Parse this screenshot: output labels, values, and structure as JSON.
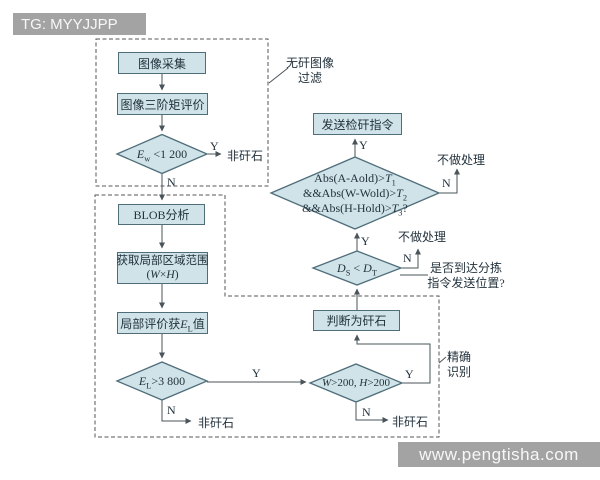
{
  "colors": {
    "node_fill": "#cfe3e9",
    "node_border": "#4f6e7a",
    "line": "#4a545a",
    "text": "#23323c",
    "dash": "#565656",
    "watermark_bg": "#a3a3a3",
    "watermark_text": "#f7f7f7"
  },
  "watermarks": {
    "top_left": "TG: MYYJJPP",
    "bottom_right": "www.pengtisha.com"
  },
  "labels": {
    "yes": "Y",
    "no": "N",
    "not_gangue": "非矸石",
    "no_action": "不做处理"
  },
  "boxes": {
    "capture": "图像采集",
    "moment": "图像三阶矩评价",
    "blob": "BLOB分析",
    "region_line1": "获取局部区域范围",
    "region_formula": {
      "open": "(",
      "w": "W",
      "times": "×",
      "h": "H",
      "close": ")"
    },
    "local": {
      "pre": "局部评价获",
      "var": "E",
      "sub": "L",
      "post": "值"
    },
    "send": "发送检矸指令",
    "judge": "判断为矸石"
  },
  "diamonds": {
    "ew": {
      "var": "E",
      "sub": "w",
      "cond": " <1 200"
    },
    "abs": {
      "line1": {
        "pre": "Abs(A-Aold)>",
        "var": "T",
        "sub": "1",
        "post": ""
      },
      "line2": {
        "pre": "&&Abs(W-Wold)>",
        "var": "T",
        "sub": "2",
        "post": ""
      },
      "line3": {
        "pre": "&&Abs(H-Hold)>",
        "var": "T",
        "sub": "3",
        "post": "?"
      }
    },
    "ds": {
      "var1": "D",
      "sub1": "S",
      "op": " < ",
      "var2": "D",
      "sub2": "T"
    },
    "wh": {
      "var1": "W",
      "cond1": ">200, ",
      "var2": "H",
      "cond2": ">200"
    },
    "el": {
      "var": "E",
      "sub": "L",
      "cond": ">3 800"
    }
  },
  "annotations": {
    "filter_line1": "无矸图像",
    "filter_line2": "过滤",
    "sort_line1": "是否到达分拣",
    "sort_line2": "指令发送位置?",
    "accurate_line1": "精确",
    "accurate_line2": "识别"
  }
}
